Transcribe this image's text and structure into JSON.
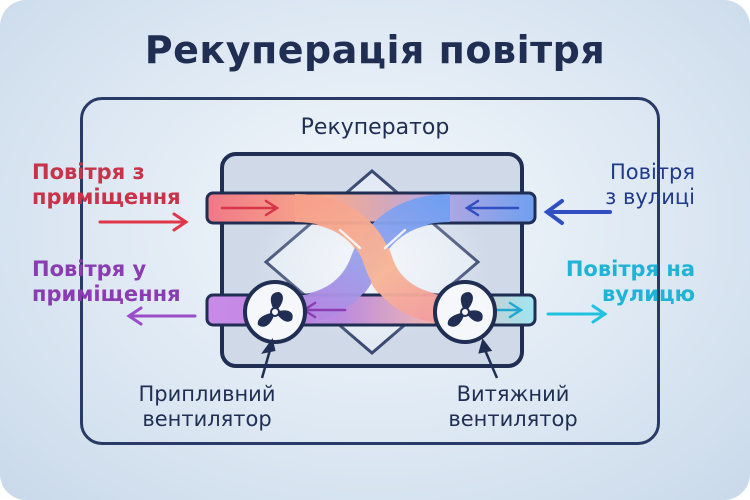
{
  "title": "Рекуперація повітря",
  "recuperator_label": "Рекуператор",
  "air_from_room": [
    "Повітря з",
    "приміщення"
  ],
  "air_to_room": [
    "Повітря у",
    "приміщення"
  ],
  "air_from_street": [
    "Повітря",
    "з вулиці"
  ],
  "air_to_street": [
    "Повітря на",
    "вулицю"
  ],
  "supply_fan": [
    "Припливний",
    "вентилятор"
  ],
  "exhaust_fan": [
    "Витяжний",
    "вентилятор"
  ],
  "colors": {
    "title": "#1f2e52",
    "warm_exhaust": "#e0364a",
    "supply": "#9b4dc9",
    "outdoor_in": "#2f4fc2",
    "outdoor_out": "#22c1e0",
    "frame": "#2a3a66"
  },
  "icons": [
    "arrow-right-icon",
    "arrow-left-icon",
    "fan-icon"
  ]
}
